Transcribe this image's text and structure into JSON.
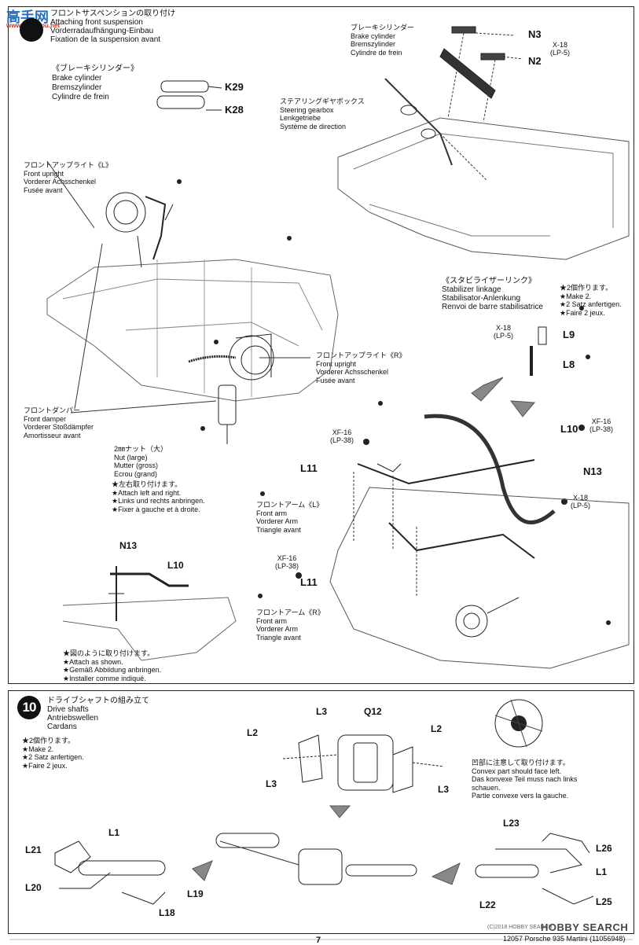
{
  "watermark_top": {
    "title": "高手网",
    "url": "www.gaoshou.net"
  },
  "step9": {
    "title": [
      "フロントサスペンションの取り付け",
      "Attaching front suspension",
      "Vorderradaufhängung-Einbau",
      "Fixation de la suspension avant"
    ],
    "brake_cylinder_left": [
      "《ブレーキシリンダー》",
      "Brake cylinder",
      "Bremszylinder",
      "Cylindre de frein"
    ],
    "parts_brake": [
      "K29",
      "K28"
    ],
    "brake_cylinder_right": [
      "ブレーキシリンダー",
      "Brake cylinder",
      "Bremszylinder",
      "Cylindre de frein"
    ],
    "parts_n": [
      "N3",
      "N2"
    ],
    "x18_top": [
      "X-18",
      "(LP-5)"
    ],
    "steering_gearbox": [
      "ステアリングギヤボックス",
      "Steering gearbox",
      "Lenkgetriebe",
      "Système de direction"
    ],
    "front_upright_l": [
      "フロントアップライト《L》",
      "Front upright",
      "Vorderer Achsschenkel",
      "Fusée avant"
    ],
    "front_upright_r": [
      "フロントアップライト《R》",
      "Front upright",
      "Vorderer Achsschenkel",
      "Fusée avant"
    ],
    "front_damper": [
      "フロントダンパー",
      "Front damper",
      "Vorderer Stoßdämpfer",
      "Amortisseur avant"
    ],
    "nut_large": [
      "2㎜ナット（大）",
      "Nut (large)",
      "Mutter (gross)",
      "Ecrou (grand)"
    ],
    "attach_lr": [
      "★左右取り付けます。",
      "★Attach left and right.",
      "★Links und rechts anbringen.",
      "★Fixer à gauche et à droite."
    ],
    "stabilizer": [
      "《スタビライザーリンク》",
      "Stabilizer linkage",
      "Stabilisator-Anlenkung",
      "Renvoi de barre stabilisatrice"
    ],
    "make2_right": [
      "★2個作ります。",
      "★Make 2.",
      "★2 Satz anfertigen.",
      "★Faire 2 jeux."
    ],
    "x18_stab": [
      "X-18",
      "(LP-5)"
    ],
    "parts_l": [
      "L9",
      "L8"
    ],
    "l10": "L10",
    "xf16_right": [
      "XF-16",
      "(LP-38)"
    ],
    "xf16_left": [
      "XF-16",
      "(LP-38)"
    ],
    "xf16_lower": [
      "XF-16",
      "(LP-38)"
    ],
    "l11_top": "L11",
    "l11_bottom": "L11",
    "n13": "N13",
    "x18_mid": [
      "X-18",
      "(LP-5)"
    ],
    "front_arm_l": [
      "フロントアーム《L》",
      "Front arm",
      "Vorderer Arm",
      "Triangle avant"
    ],
    "front_arm_r": [
      "フロントアーム《R》",
      "Front arm",
      "Vorderer Arm",
      "Triangle avant"
    ],
    "detail_n13": "N13",
    "detail_l10": "L10",
    "attach_shown": [
      "★図のように取り付けます。",
      "★Attach as shown.",
      "★Gemäß Abbildung anbringen.",
      "★Installer comme indiqué."
    ]
  },
  "step10": {
    "number": "10",
    "title": [
      "ドライブシャフトの組み立て",
      "Drive shafts",
      "Antriebswellen",
      "Cardans"
    ],
    "make2": [
      "★2個作ります。",
      "★Make 2.",
      "★2 Satz anfertigen.",
      "★Faire 2 jeux."
    ],
    "parts_top": {
      "l3a": "L3",
      "q12": "Q12",
      "l2a": "L2",
      "l2b": "L2",
      "l3b": "L3",
      "l3c": "L3"
    },
    "convex": [
      "凹部に注意して取り付けます。",
      "Convex part should face left.",
      "Das konvexe Teil muss nach links",
      "schauen.",
      "Partie convexe vers la gauche."
    ],
    "parts_bottom_left": {
      "l1": "L1",
      "l21": "L21",
      "l20": "L20",
      "l19": "L19",
      "l18": "L18"
    },
    "parts_bottom_right": {
      "l23": "L23",
      "l26": "L26",
      "l1": "L1",
      "l22": "L22",
      "l25": "L25"
    }
  },
  "footer": {
    "page": "7",
    "product": "12057 Porsche 935 Martini (11056948)",
    "logo": "HOBBY SEARCH",
    "copyright": "(C)2018 HOBBY SEARCH"
  }
}
